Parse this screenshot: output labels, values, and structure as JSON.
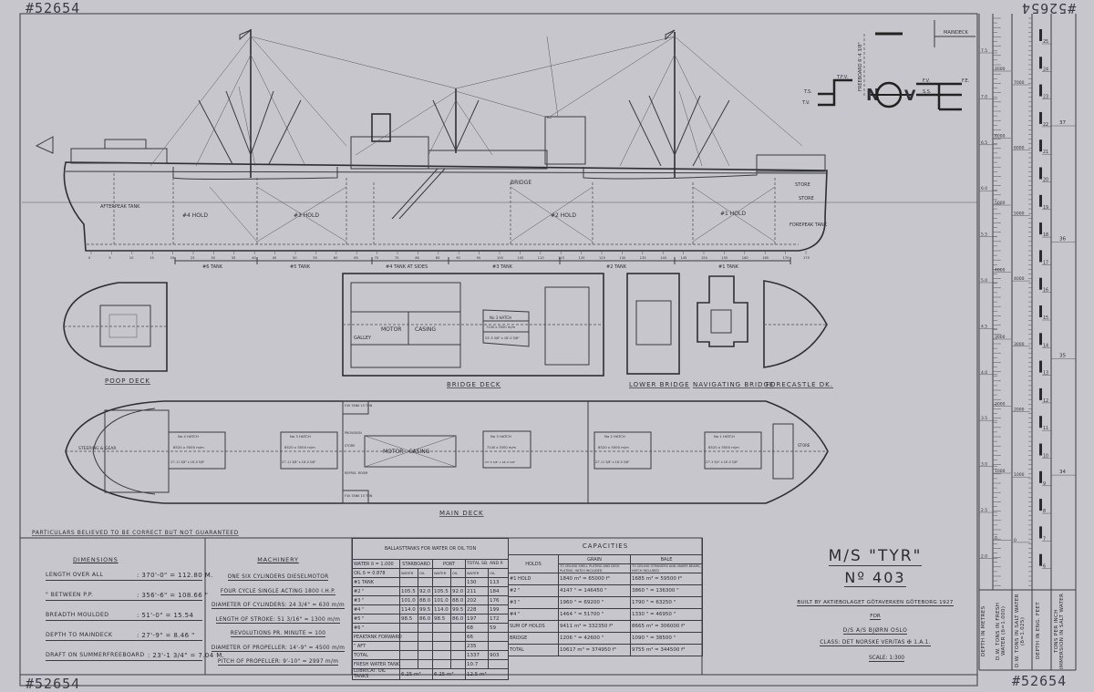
{
  "drawing_number": "#52654",
  "profile": {
    "labels": {
      "afterpeak": "AFTERPEAK TANK",
      "hold4": "#4 HOLD",
      "hold3": "#3 HOLD",
      "bridge": "BRIDGE",
      "hold2": "#2 HOLD",
      "hold1": "#1 HOLD",
      "store1": "STORE",
      "store2": "STORE",
      "forepeak": "FOREPEAK TANK"
    },
    "tanks": [
      "#6 TANK",
      "#5 TANK",
      "#4 TANK AT SIDES",
      "#3 TANK",
      "#2 TANK",
      "#1 TANK"
    ],
    "frame_numbers": [
      "0",
      "5",
      "10",
      "15",
      "20",
      "25",
      "30",
      "35",
      "40",
      "45",
      "50",
      "55",
      "60",
      "65",
      "70",
      "75",
      "80",
      "85",
      "90",
      "95",
      "100",
      "105",
      "110",
      "115",
      "120",
      "125",
      "130",
      "135",
      "140",
      "145",
      "150",
      "155",
      "160",
      "165",
      "170",
      "175"
    ]
  },
  "freeboard_mark": {
    "maindeck": "MAINDECK",
    "freeboard": "FREEBOARD 6'-4 3/8\"",
    "tfv": "T.F.V.",
    "ts": "T.S.",
    "tv": "T.V.",
    "fv": "F.V.",
    "ss": "S.S.",
    "fe": "F.E.",
    "n": "N",
    "v": "V"
  },
  "deck_plans": {
    "poop_deck": "POOP DECK",
    "bridge_deck": "BRIDGE DECK",
    "lower_bridge": "LOWER BRIDGE",
    "navigating_bridge": "NAVIGATING BRIDGE",
    "forecastle": "FORECASTLE DK.",
    "main_deck": "MAIN DECK",
    "bridge_items": {
      "motor": "MOTOR",
      "casing": "CASING",
      "galley": "GALLEY",
      "hatch3": "No 3 HATCH",
      "hatch3_mm": "7140 x 5500 m/m",
      "hatch3_ft": "23'-5 3/8\" x 18'-0 5/8\""
    },
    "main_items": {
      "steering": "STEERING & GEAR",
      "hatch4": "No 4 HATCH",
      "hatch4_mm": "8520 x 5500 m/m",
      "hatch4_ft": "27'-11 3/8\" x 18'-0 5/8\"",
      "hatch3b": "No 3 HATCH",
      "hatch3b_mm": "8520 x 5500 m/m",
      "hatch3b_ft": "27'-11 3/8\" x 18'-0 5/8\"",
      "fw_tank_top": "F.W. TANK 15 TON",
      "fw_tank_bottom": "F.W. TANK 15 TON",
      "provision": "PROVISION",
      "store": "STORE",
      "refrig": "REFRIG. ROOM",
      "motor_casing": "MOTOR - CASING",
      "hatch_mid": "No 3 HATCH",
      "hatch_mid_mm": "7140 x 5500 m/m",
      "hatch_mid_ft": "23'-5 3/8\" x 18'-0 5/8\"",
      "hatch2": "No 2 HATCH",
      "hatch2_mm": "8520 x 5500 m/m",
      "hatch2_ft": "27'-11 3/8\" x 18'-0 5/8\"",
      "hatch1": "No 1 HATCH",
      "hatch1_mm": "8520 x 5500 m/m",
      "hatch1_ft": "27'-3 3/4\" x 18'-0 5/8\"",
      "store_fwd": "STORE"
    }
  },
  "particulars_note": "PARTICULARS BELIEVED TO BE CORRECT BUT NOT GUARANTEED",
  "dimensions": {
    "title": "DIMENSIONS",
    "rows": [
      {
        "label": "LENGTH OVER ALL",
        "value": ": 370'-0\" = 112.80 M."
      },
      {
        "label": "\"  BETWEEN P.P.",
        "value": ": 356'-6\" = 108.66 \""
      },
      {
        "label": "BREADTH MOULDED",
        "value": ": 51'-0\" = 15.54"
      },
      {
        "label": "DEPTH TO MAINDECK",
        "value": ": 27'-9\" = 8.46 \""
      },
      {
        "label": "DRAFT ON SUMMERFREEBOARD",
        "value": ": 23'-1 3/4\" = 7.04 M."
      }
    ]
  },
  "machinery": {
    "title": "MACHINERY",
    "lines": [
      "ONE SIX CYLINDERS DIESELMOTOR",
      "FOUR CYCLE SINGLE ACTING 1800 I.H.P.",
      "DIAMETER OF CYLINDERS: 24 3/4\" = 630 m/m",
      "LENGTH OF STROKE: 51 3/16\" = 1300 m/m",
      "REVOLUTIONS PR. MINUTE = 100",
      "DIAMETER OF PROPELLER: 14'-9\" = 4500 m/m",
      "PITCH OF PROPELLER: 9'-10\" = 2997 m/m"
    ]
  },
  "ballast": {
    "title": "BALLASTTANKS FOR WATER OR OIL TON",
    "head1": [
      "WATER δ = 1.000",
      "STARBOARD",
      "PORT",
      "TOTAL SB. AND P."
    ],
    "head2": [
      "OIL δ = 0.878",
      "WATER",
      "OIL",
      "WATER",
      "OIL",
      "WATER",
      "OIL"
    ],
    "rows": [
      [
        "#1 TANK",
        "",
        "",
        "",
        "",
        "130",
        "113"
      ],
      [
        "#2  \"",
        "105.5",
        "92.0",
        "105.5",
        "92.0",
        "211",
        "184"
      ],
      [
        "#3  \"",
        "101.0",
        "88.0",
        "101.0",
        "88.0",
        "202",
        "176"
      ],
      [
        "#4  \"",
        "114.0",
        "99.5",
        "114.0",
        "99.5",
        "228",
        "199"
      ],
      [
        "#5  \"",
        "98.5",
        "86.0",
        "98.5",
        "86.0",
        "197",
        "172"
      ],
      [
        "#6  \"",
        "",
        "",
        "",
        "",
        "68",
        "59"
      ],
      [
        "PEAKTANK FORWARD",
        "",
        "",
        "",
        "",
        "66",
        ""
      ],
      [
        "\"  AFT",
        "",
        "",
        "",
        "",
        "235",
        ""
      ],
      [
        "TOTAL",
        "",
        "",
        "",
        "",
        "1337",
        "903"
      ],
      [
        "FRESH WATER TANK",
        "",
        "",
        "",
        "",
        "10.7",
        ""
      ]
    ],
    "lub_row": [
      "LUBRICAT. OIL TANKS",
      "6.25 m³",
      "6.25 m³",
      "12.5 m³"
    ]
  },
  "capacities": {
    "title": "CAPACITIES",
    "holds_head": "HOLDS",
    "grain_head": "GRAIN",
    "grain_note": "TO CEILING SHELL PLATING AND DECK PLATING, HATCH INCLUDED",
    "bale_head": "BALE",
    "bale_note": "TO CEILING STRINGERS AND UNDER BEAMS, HATCH INCLUDED",
    "rows": [
      [
        "#1 HOLD",
        "1840 m³ = 65000 f³",
        "1685 m³ = 59500 f³"
      ],
      [
        "#2  \"",
        "4147 \" = 146450 \"",
        "3860 \" = 136300 \""
      ],
      [
        "#3  \"",
        "1960 \" = 69200 \"",
        "1790 \" = 63250 \""
      ],
      [
        "#4  \"",
        "1464 \" = 51700 \"",
        "1330 \" = 46950 \""
      ],
      [
        "SUM OF HOLDS",
        "9411 m³ = 332350 f³",
        "8665 m³ = 306000 f³"
      ],
      [
        "BRIDGE",
        "1206 \" = 42600 \"",
        "1090 \" = 38500 \""
      ],
      [
        "TOTAL",
        "10617 m³ = 374950 f³",
        "9755 m³ = 344500 f³"
      ]
    ]
  },
  "title_block": {
    "ship": "M/S \"TYR\"",
    "number": "Nº 403",
    "built": "BUILT BY AKTIEBOLAGET GÖTAVERKEN GÖTEBORG 1927",
    "for": "FOR",
    "owner": "D/S A/S BJØRN OSLO",
    "class": "CLASS: DET NORSKE VERITAS ✠ 1.A.1.",
    "scale": "SCALE: 1:300"
  },
  "scales": {
    "metres": [
      "7.5",
      "7.0",
      "6.5",
      "6.0",
      "5.5",
      "5.0",
      "4.5",
      "4.0",
      "3.5",
      "3.0",
      "2.5",
      "2.0"
    ],
    "dw_fresh": [
      "7000",
      "6000",
      "5000",
      "4000",
      "3000",
      "2000",
      "1000",
      "0"
    ],
    "dw_salt": [
      "7000",
      "6000",
      "5000",
      "4000",
      "3000",
      "2000",
      "1000",
      "0"
    ],
    "feet": [
      "25",
      "24",
      "23",
      "22",
      "21",
      "20",
      "19",
      "18",
      "17",
      "16",
      "15",
      "14",
      "13",
      "12",
      "11",
      "10",
      "9",
      "8",
      "7",
      "6"
    ],
    "tpi": [
      "37",
      "36",
      "35",
      "34"
    ],
    "labels": {
      "metres": "DEPTH IN METRES",
      "dw_fresh": "D.W. TONS IN FRESH WATER (δ=1.000)",
      "dw_salt": "D.W. TONS IN SALT WATER (δ=1.025)",
      "feet": "DEPTH IN ENG. FEET",
      "tpi": "TONS PER INCH IMMERSION IN SALT WATER"
    }
  }
}
